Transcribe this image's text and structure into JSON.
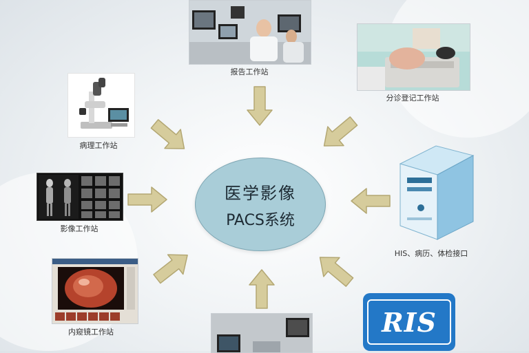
{
  "center": {
    "line1": "医学影像",
    "line2": "PACS系统"
  },
  "nodes": {
    "report": {
      "label": "报告工作站",
      "icon": "report-workstation-photo"
    },
    "registration": {
      "label": "分诊登记工作站",
      "icon": "registration-workstation-photo"
    },
    "pathology": {
      "label": "病理工作站",
      "icon": "microscope-photo"
    },
    "imaging": {
      "label": "影像工作站",
      "icon": "imaging-workstation-photo"
    },
    "his": {
      "label": "HIS、病历、体检接口",
      "icon": "server-icon"
    },
    "endoscope": {
      "label": "内窥镜工作站",
      "icon": "endoscope-workstation-photo"
    },
    "ris": {
      "label": "RIS",
      "icon": "ris-logo"
    },
    "bottom": {
      "label": "",
      "icon": "workstation-monitors-photo"
    }
  },
  "colors": {
    "arrow": "#d6cc9c",
    "arrow_stroke": "#b3a773",
    "center": "#a9cdd8",
    "ris": "#2378c7"
  }
}
